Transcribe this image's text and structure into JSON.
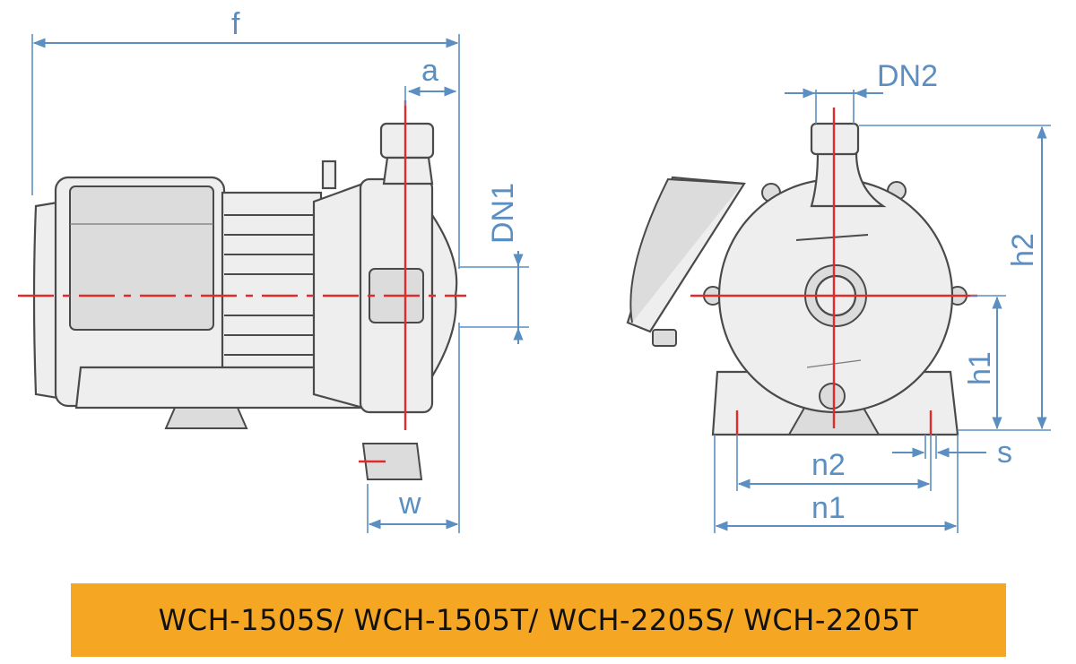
{
  "labels": {
    "f": "f",
    "a": "a",
    "dn1": "DN1",
    "dn2": "DN2",
    "w": "w",
    "h1": "h1",
    "h2": "h2",
    "n1": "n1",
    "n2": "n2",
    "s": "s"
  },
  "models": "WCH-1505S/  WCH-1505T/  WCH-2205S/  WCH-2205T",
  "colors": {
    "dimension": "#5b8fc2",
    "centerline": "#e12b2b",
    "banner": "#f5a623"
  }
}
